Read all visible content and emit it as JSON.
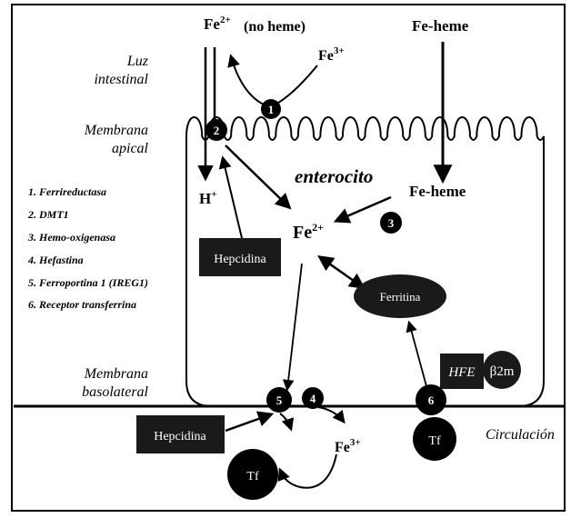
{
  "top": {
    "fe2_label": "Fe",
    "fe2_charge": "2+",
    "no_heme": "(no heme)",
    "fe3_label": "Fe",
    "fe3_charge": "3+",
    "fe_heme_top": "Fe-heme"
  },
  "labels": {
    "lumen_line1": "Luz",
    "lumen_line2": "intestinal",
    "apical_line1": "Membrana",
    "apical_line2": "apical",
    "enterocyte": "enterocito",
    "basolateral_line1": "Membrana",
    "basolateral_line2": "basolateral",
    "circulation": "Circulación"
  },
  "legend": [
    "1. Ferrireductasa",
    "2. DMT1",
    "3. Hemo-oxigenasa",
    "4. Hefastina",
    "5. Ferroportina 1 (IREG1)",
    "6. Receptor transferrina"
  ],
  "inner": {
    "h_plus": "H",
    "h_plus_charge": "+",
    "fe_heme_inner": "Fe-heme",
    "fe2_center": "Fe",
    "fe2_center_charge": "2+",
    "fe3_bottom": "Fe",
    "fe3_bottom_charge": "3+"
  },
  "boxes": {
    "hepcidin_top": "Hepcidina",
    "hepcidin_bottom": "Hepcidina",
    "ferritin": "Ferritina",
    "hfe": "HFE",
    "b2m": "β2m"
  },
  "markers": {
    "m1": "1",
    "m2": "2",
    "m3": "3",
    "m4": "4",
    "m5": "5",
    "m6": "6",
    "tf": "Tf"
  },
  "colors": {
    "ink": "#000000",
    "box": "#1a1a1a",
    "box_text": "#d8d8d8",
    "background": "#ffffff"
  }
}
